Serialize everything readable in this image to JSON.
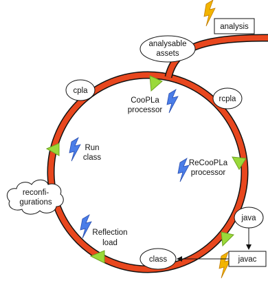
{
  "nodes": {
    "analysis": "analysis",
    "analysable_assets": [
      "analysable",
      "assets"
    ],
    "cpla": "cpla",
    "rcpla": "rcpla",
    "coopla_processor": [
      "CooPLa",
      "processor"
    ],
    "run_class": [
      "Run",
      "class"
    ],
    "recoopla_processor": [
      "ReCooPLa",
      "processor"
    ],
    "reconfigurations": [
      "reconfi-",
      "gurations"
    ],
    "java": "java",
    "reflection_load": [
      "Reflection",
      "load"
    ],
    "class": "class",
    "javac": "javac"
  },
  "colors": {
    "cycle": "#e8471e",
    "arrowhead": "#9ad93a",
    "lightning_blue": "#4a7de8",
    "lightning_orange": "#f2b400"
  },
  "icons": [
    "lightning-icon",
    "arrowhead-icon"
  ]
}
